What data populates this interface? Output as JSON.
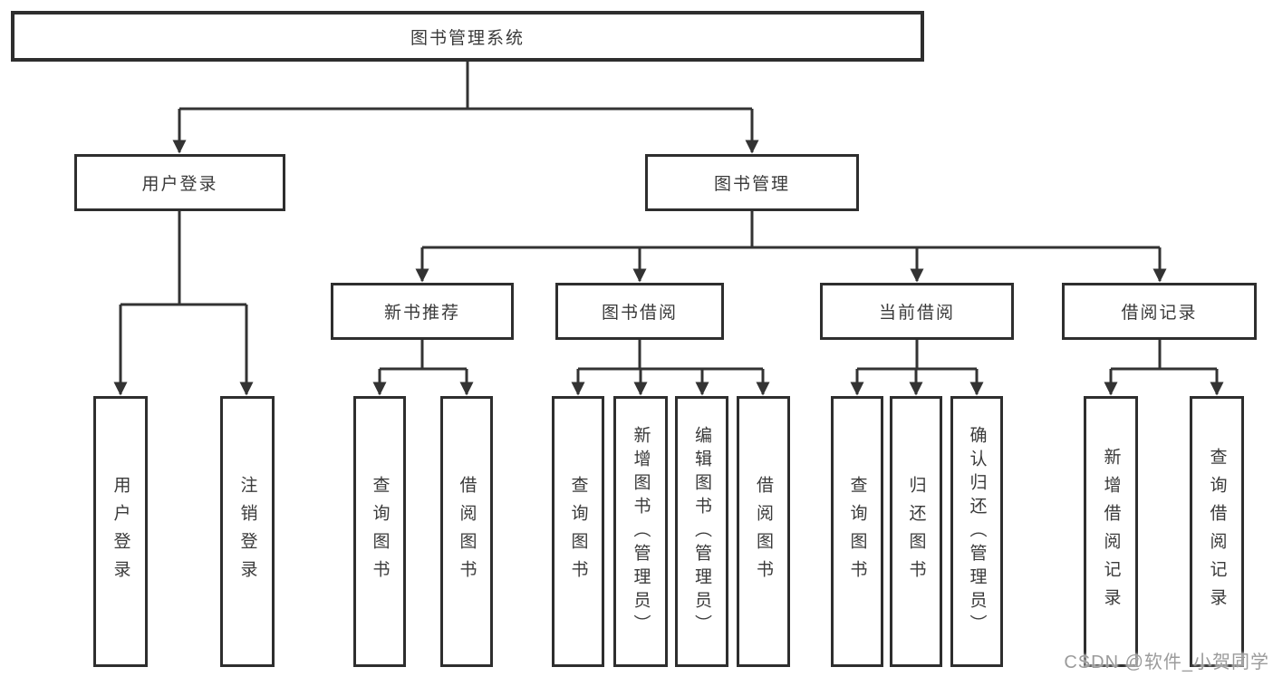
{
  "tree": {
    "root": {
      "label": "图书管理系统"
    },
    "branches": [
      {
        "label": "用户登录",
        "children": [
          {
            "label": "用户登录"
          },
          {
            "label": "注销登录"
          }
        ]
      },
      {
        "label": "图书管理",
        "children": [
          {
            "label": "新书推荐",
            "children": [
              {
                "label": "查询图书"
              },
              {
                "label": "借阅图书"
              }
            ]
          },
          {
            "label": "图书借阅",
            "children": [
              {
                "label": "查询图书"
              },
              {
                "label": "新增图书（管理员）"
              },
              {
                "label": "编辑图书（管理员）"
              },
              {
                "label": "借阅图书"
              }
            ]
          },
          {
            "label": "当前借阅",
            "children": [
              {
                "label": "查询图书"
              },
              {
                "label": "归还图书"
              },
              {
                "label": "确认归还（管理员）"
              }
            ]
          },
          {
            "label": "借阅记录",
            "children": [
              {
                "label": "新增借阅记录"
              },
              {
                "label": "查询借阅记录"
              }
            ]
          }
        ]
      }
    ]
  },
  "watermark": {
    "text": "CSDN @软件_小贺同学"
  },
  "colors": {
    "line": "#333333",
    "box_border": "#2e2e2e",
    "box_fill": "#ffffff",
    "text": "#3a3a3a",
    "watermark": "#9b9b9b",
    "background": "#ffffff"
  }
}
